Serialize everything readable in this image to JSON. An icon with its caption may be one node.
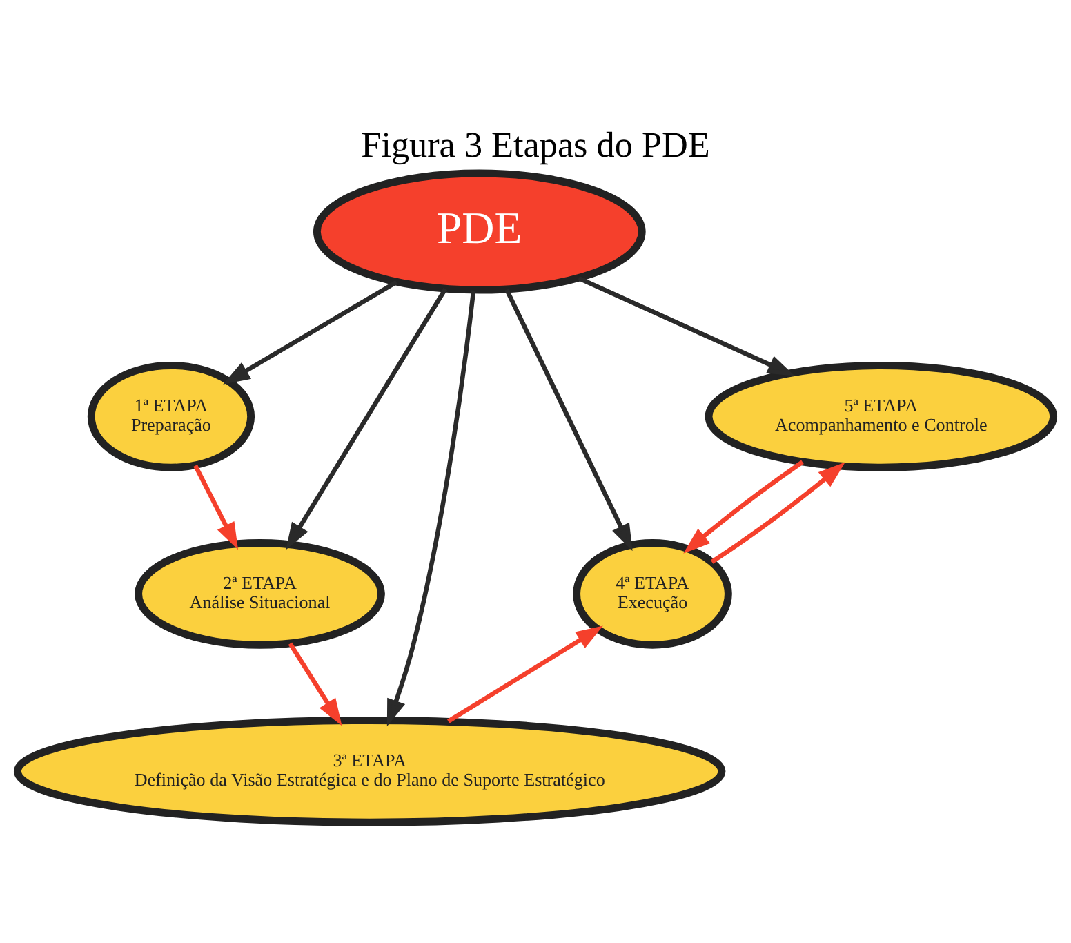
{
  "diagram": {
    "title": "Figura 3 Etapas do PDE",
    "nodes": [
      {
        "text": [
          "PDE"
        ]
      },
      {
        "text": [
          "1ª ETAPA",
          "Preparação"
        ]
      },
      {
        "text": [
          "2ª ETAPA",
          "Análise Situacional"
        ]
      },
      {
        "text": [
          "3ª ETAPA",
          "Definição da Visão Estratégica e do Plano de Suporte Estratégico"
        ]
      },
      {
        "text": [
          "4ª ETAPA",
          "Execução"
        ]
      },
      {
        "text": [
          "5ª ETAPA",
          "Acompanhamento e Controle"
        ]
      }
    ],
    "edges": [
      {
        "from": 0,
        "to": 1,
        "arrow": "to"
      },
      {
        "from": 0,
        "to": 2,
        "arrow": "to"
      },
      {
        "from": 0,
        "to": 3,
        "arrow": "to"
      },
      {
        "from": 0,
        "to": 4,
        "arrow": "to"
      },
      {
        "from": 0,
        "to": 5,
        "arrow": "to"
      },
      {
        "from": 1,
        "to": 2,
        "arrow": "to",
        "color": "#f5402c"
      },
      {
        "from": 2,
        "to": 3,
        "arrow": "to",
        "color": "#f5402c"
      },
      {
        "from": 3,
        "to": 4,
        "arrow": "to",
        "color": "#f5402c"
      },
      {
        "from": 5,
        "to": 4,
        "arrow": "to",
        "color": "#f5402c"
      },
      {
        "from": 4,
        "to": 5,
        "arrow": "to",
        "color": "#f5402c"
      }
    ]
  }
}
